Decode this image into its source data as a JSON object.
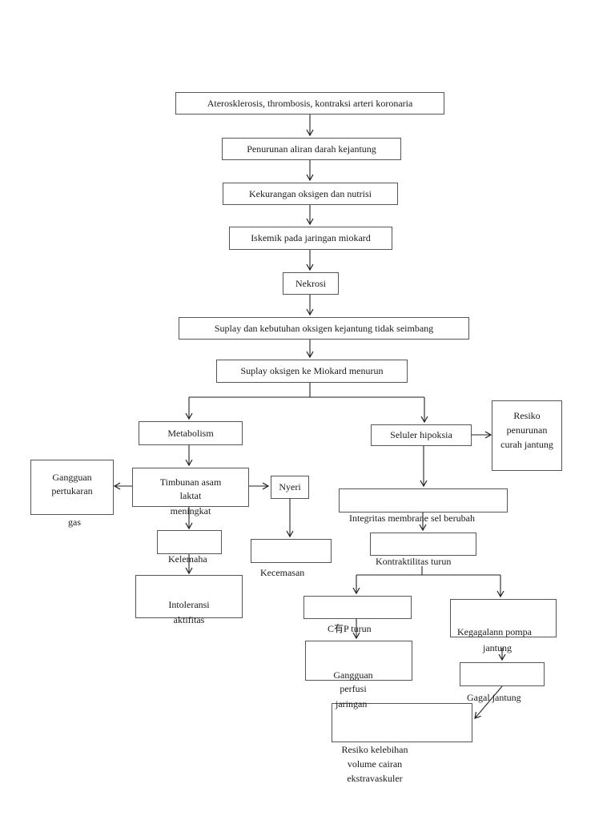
{
  "nodes": {
    "aterosklerosis": "Aterosklerosis, thrombosis, kontraksi arteri koronaria",
    "penurunan_aliran": "Penurunan aliran darah kejantung",
    "kekurangan_oksigen": "Kekurangan oksigen dan nutrisi",
    "iskemik": "Iskemik pada jaringan miokard",
    "nekrosi": "Nekrosi",
    "suplay_kebutuhan": "Suplay dan kebutuhan oksigen kejantung tidak seimbang",
    "suplay_miokard": "Suplay oksigen ke Miokard menurun",
    "metabolism": "Metabolism",
    "seluler_hipoksia": "Seluler hipoksia",
    "resiko_curah_jantung": "Resiko penurunan curah jantung",
    "gangguan_pertukaran": "Gangguan pertukaran",
    "gangguan_pertukaran_2": "gas",
    "timbunan_asam_laktat": "Timbunan asam laktat",
    "timbunan_asam_laktat_2": "meningkat",
    "nyeri": "Nyeri",
    "kelemahan": "Kelemaha",
    "kecemasan": "Kecemasan",
    "intoleransi": "Intoleransi",
    "intoleransi_2": "aktifitas",
    "integritas_membrane": "Integritas membrane sel berubah",
    "kontraktilitas": "Kontraktilitas turun",
    "cop_turun": "C有P turun",
    "kegagalan_pompa": "Kegagalann pompa",
    "kegagalan_pompa_2": "jantung",
    "gangguan_perfusi": "Gangguan perfusi",
    "gangguan_perfusi_2": "jaringan",
    "gagal_jantung": "Gagal jantung",
    "resiko_kelebihan": "Resiko kelebihan",
    "resiko_kelebihan_2": "volume cairan",
    "resiko_kelebihan_3": "ekstravaskuler"
  }
}
